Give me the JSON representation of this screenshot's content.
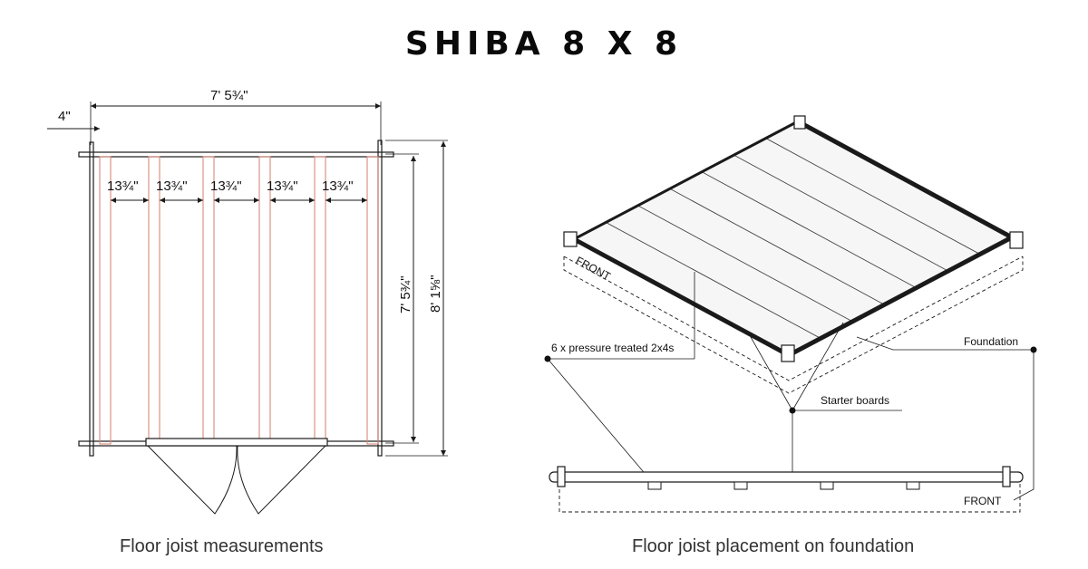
{
  "title": "SHIBA 8 X 8",
  "captions": {
    "left": "Floor joist measurements",
    "right": "Floor joist placement on foundation"
  },
  "plan": {
    "width_dim": "7' 5¾\"",
    "offset_dim": "4\"",
    "joist_gap": "13¾\"",
    "inner_depth_dim": "7' 5¾\"",
    "outer_depth_dim": "8' 1⅝\""
  },
  "iso": {
    "front_label": "FRONT",
    "joists_label": "6 x pressure treated 2x4s",
    "foundation_label": "Foundation",
    "starter_label": "Starter boards"
  },
  "side": {
    "front_label": "FRONT"
  },
  "colors": {
    "joist_red": "#d9897a",
    "line": "#1a1a1a"
  }
}
